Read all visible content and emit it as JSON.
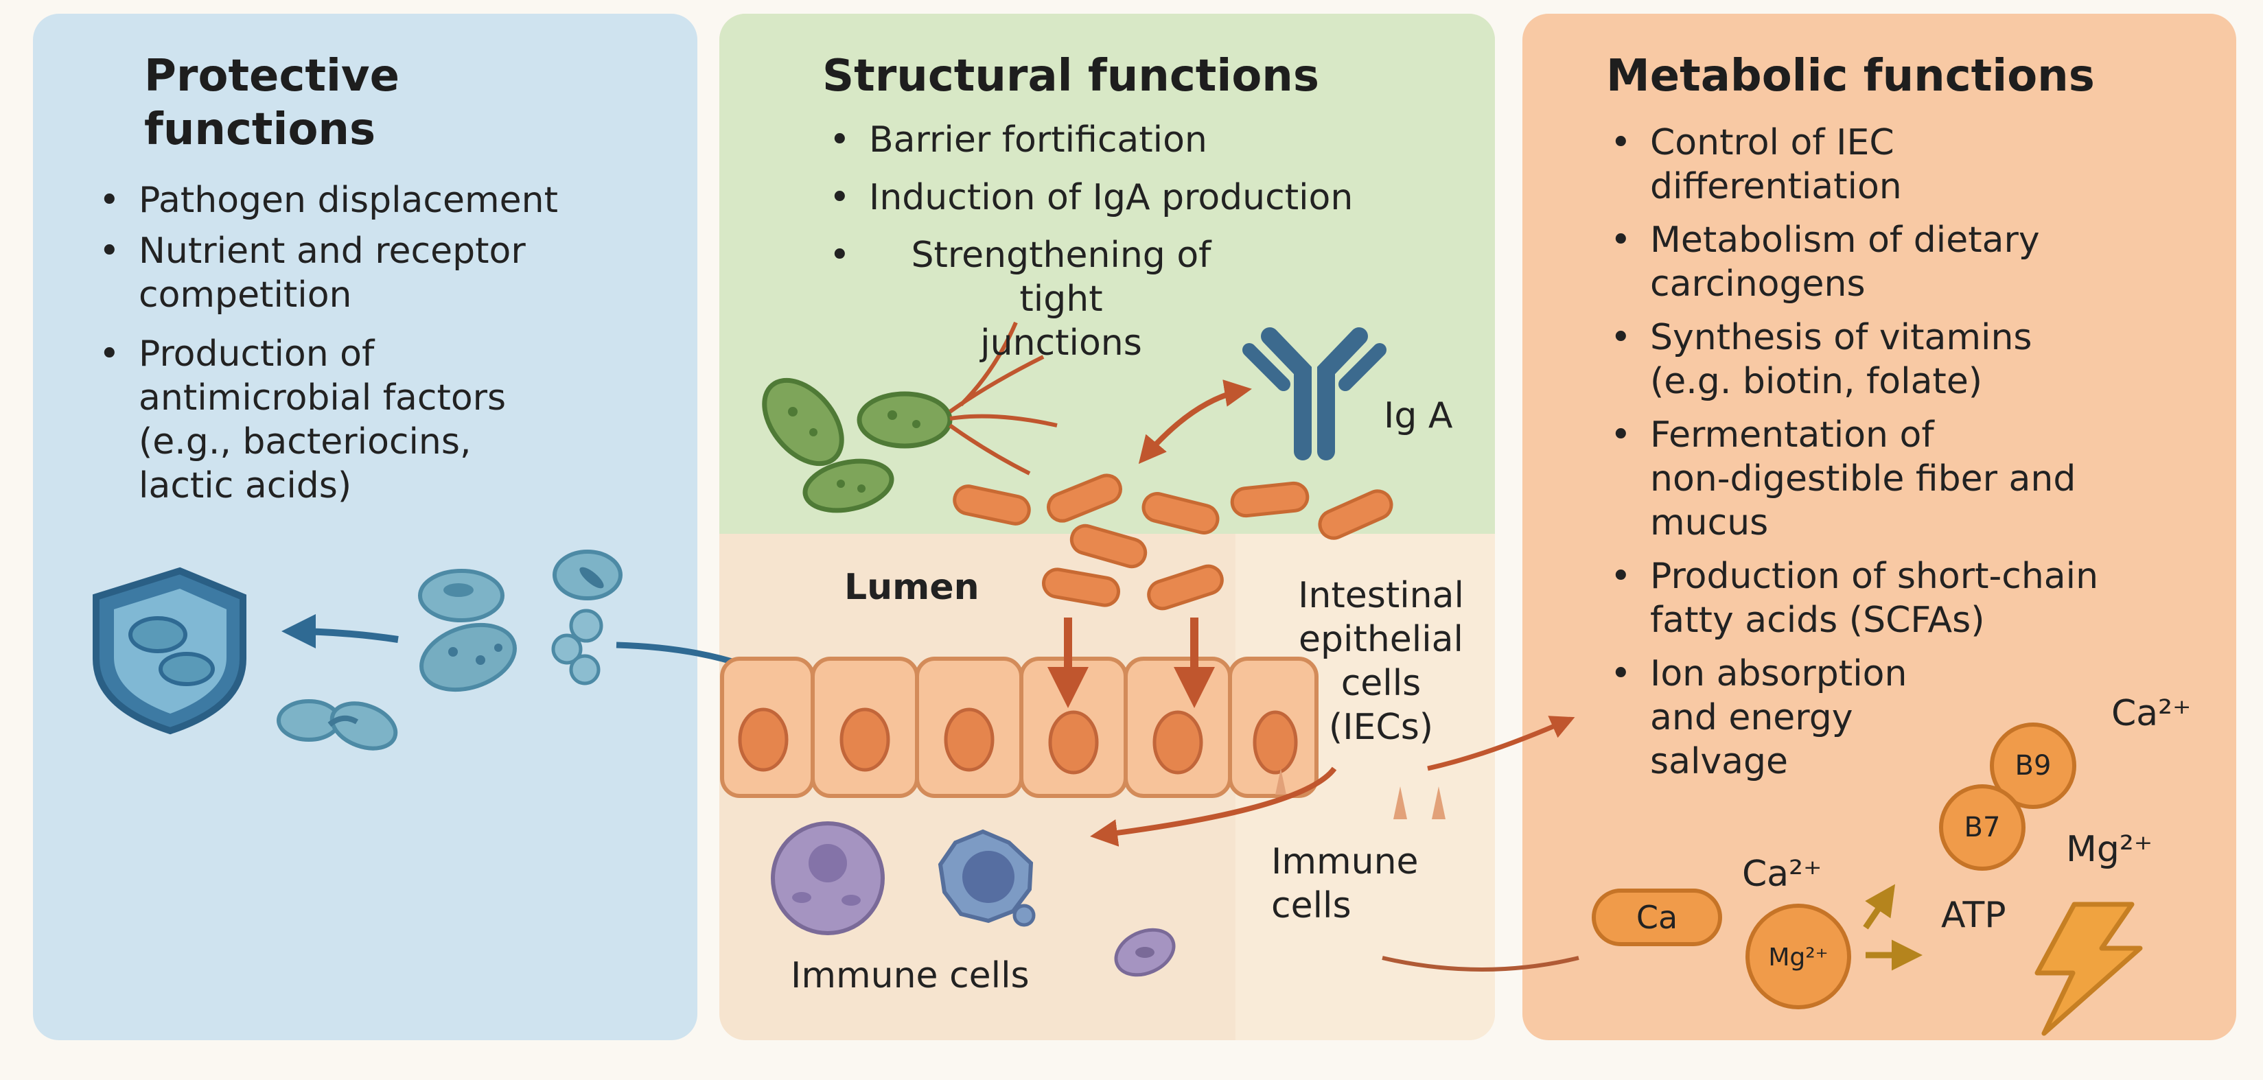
{
  "panels": {
    "protective": {
      "title": "Protective functions",
      "items": [
        {
          "line1": "Pathogen displacement",
          "line2": ""
        },
        {
          "line1": "Nutrient and receptor",
          "line2": "competition"
        },
        {
          "line1": "Production of",
          "line2": "antimicrobial factors",
          "line3": "(e.g., bacteriocins,",
          "line4": "lactic acids)"
        }
      ]
    },
    "structural": {
      "title": "Structural functions",
      "items": [
        {
          "line1": "Barrier fortification"
        },
        {
          "line1": "Induction of IgA production"
        },
        {
          "line1": "Strengthening of tight",
          "line2": "junctions"
        }
      ],
      "labels": {
        "iga": "Ig A",
        "lumen": "Lumen",
        "iec_1": "Intestinal",
        "iec_2": "epithelial",
        "iec_3": "cells",
        "iec_4": "(IECs)",
        "immune_right_1": "Immune",
        "immune_right_2": "cells",
        "immune_bottom": "Immune cells"
      }
    },
    "metabolic": {
      "title": "Metabolic functions",
      "items": [
        {
          "line1": "Control of IEC",
          "line2": "differentiation"
        },
        {
          "line1": "Metabolism of dietary",
          "line2": "carcinogens"
        },
        {
          "line1": "Synthesis of vitamins",
          "line2": "(e.g. biotin, folate)"
        },
        {
          "line1": "Fermentation of",
          "line2": "non-digestible fiber and",
          "line3": "mucus"
        },
        {
          "line1": "Production of short-chain",
          "line2": "fatty acids (SCFAs)"
        },
        {
          "line1": "Ion absorption",
          "line2": "and energy",
          "line3": "salvage"
        }
      ],
      "labels": {
        "b9": "B9",
        "b7": "B7",
        "ca_pill": "Ca",
        "mg_circle": "Mg²⁺",
        "ca_ion_top": "Ca²⁺",
        "ca_ion_mid": "Ca²⁺",
        "mg_ion": "Mg²⁺",
        "atp": "ATP"
      }
    }
  },
  "icons": [
    "shield-icon",
    "antibody-icon",
    "lightning-bolt-icon",
    "bacteria-icon",
    "epithelial-cell-icon",
    "immune-cell-icon"
  ],
  "colors": {
    "protective_bg": "#cfe3ef",
    "structural_top_bg": "#d8e8c6",
    "structural_bottom_bg": "#f6e4cf",
    "metabolic_bg": "#f8c9a4",
    "arrow_blue": "#2f6a93",
    "arrow_red": "#c0562e",
    "arrow_gold": "#b5841d"
  }
}
